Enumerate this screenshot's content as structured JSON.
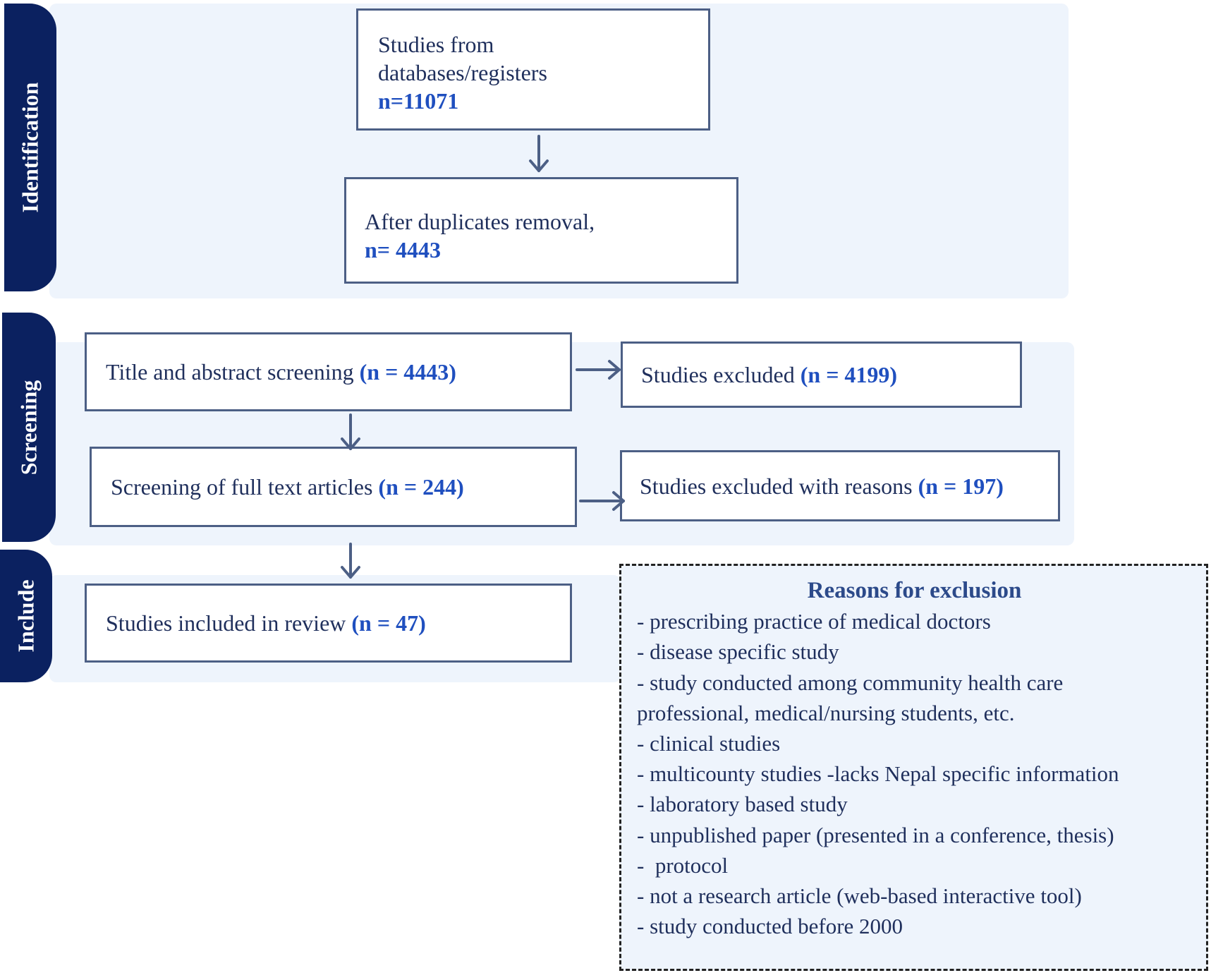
{
  "stages": {
    "identification": "Identification",
    "screening": "Screening",
    "include": "Include"
  },
  "boxes": {
    "databases": {
      "line1": "Studies from",
      "line2": "databases/registers",
      "count": "n=11071"
    },
    "duplicates": {
      "text": "After duplicates removal,",
      "count": "n= 4443"
    },
    "title_abstract": {
      "text": "Title and abstract screening ",
      "count": "(n = 4443)"
    },
    "excluded_1": {
      "text": "Studies excluded ",
      "count": "(n = 4199)"
    },
    "full_text": {
      "text": "Screening of full text articles ",
      "count": "(n = 244)"
    },
    "excluded_2": {
      "text": "Studies excluded with reasons ",
      "count": "(n = 197)"
    },
    "included": {
      "text": "Studies included in review ",
      "count": "(n = 47)"
    }
  },
  "reasons": {
    "title": "Reasons for exclusion",
    "items": [
      "- prescribing practice of medical doctors",
      "- disease specific study",
      "- study conducted among community health care professional, medical/nursing students, etc.",
      "- clinical studies",
      "- multicounty studies -lacks Nepal specific information",
      "- laboratory based study",
      "- unpublished paper (presented in a conference, thesis)",
      "-  protocol",
      "- not a research article (web-based interactive tool)",
      "- study conducted before 2000"
    ]
  },
  "colors": {
    "tab": "#0b2160",
    "band": "#eef4fc",
    "box_border": "#4c5f85",
    "count_text": "#1f4fbf",
    "arrow": "#4c5f85"
  }
}
